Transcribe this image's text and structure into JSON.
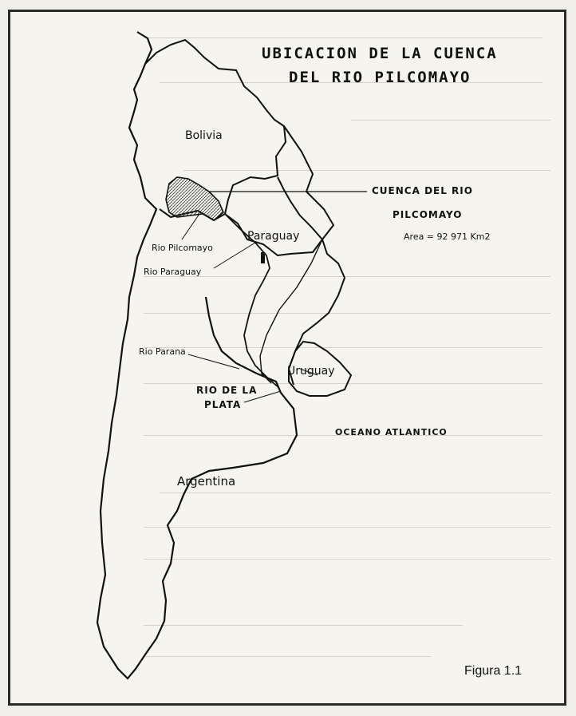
{
  "title": {
    "line1": "UBICACION DE LA CUENCA",
    "line2": "DEL RIO PILCOMAYO"
  },
  "labels": {
    "bolivia": "Bolivia",
    "paraguay": "Paraguay",
    "uruguay": "Uruguay",
    "argentina": "Argentina",
    "cuenca_line1": "CUENCA DEL RIO",
    "cuenca_line2": "PILCOMAYO",
    "area": "Area = 92 971 Km2",
    "rio_pilcomayo": "Rio Pilcomayo",
    "rio_paraguay": "Rio Paraguay",
    "rio_parana": "Rio Parana",
    "rio_de_la_line1": "RIO DE LA",
    "rio_de_la_line2": "PLATA",
    "oceano": "OCEANO ATLANTICO"
  },
  "figure": "Figura 1.1",
  "colors": {
    "ink": "#1a1a1a",
    "paper": "#f5f4ef",
    "frame": "#2a2a2a"
  }
}
